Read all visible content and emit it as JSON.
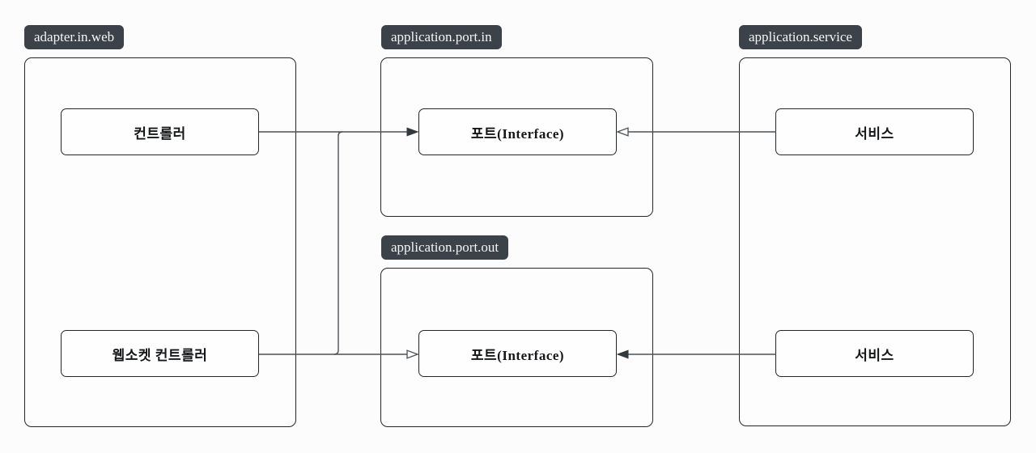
{
  "diagram": {
    "title": "hexagonal-architecture package diagram",
    "groups": [
      {
        "id": "adapter.in.web",
        "label": "adapter.in.web",
        "nodes": [
          {
            "label": "컨트롤러"
          },
          {
            "label": "웹소켓 컨트롤러"
          }
        ]
      },
      {
        "id": "application.port.in",
        "label": "application.port.in",
        "nodes": [
          {
            "label": "포트(Interface)"
          }
        ]
      },
      {
        "id": "application.port.out",
        "label": "application.port.out",
        "nodes": [
          {
            "label": "포트(Interface)"
          }
        ]
      },
      {
        "id": "application.service",
        "label": "application.service",
        "nodes": [
          {
            "label": "서비스"
          },
          {
            "label": "서비스"
          }
        ]
      }
    ],
    "edges": [
      {
        "from": "컨트롤러",
        "to": "포트(Interface) (application.port.in)",
        "arrowhead": "filled",
        "route": "straight"
      },
      {
        "from": "웹소켓 컨트롤러",
        "to": "포트(Interface) (application.port.in)",
        "arrowhead": "filled",
        "route": "right-up-right branch"
      },
      {
        "from": "웹소켓 컨트롤러",
        "to": "포트(Interface) (application.port.out)",
        "arrowhead": "hollow",
        "route": "straight"
      },
      {
        "from": "서비스 (top)",
        "to": "포트(Interface) (application.port.in)",
        "arrowhead": "hollow",
        "route": "straight"
      },
      {
        "from": "서비스 (bottom)",
        "to": "포트(Interface) (application.port.out)",
        "arrowhead": "filled",
        "route": "straight"
      }
    ],
    "colors": {
      "background": "#fcfcfc",
      "badge_bg": "#3c424a",
      "badge_text": "#f4f5f6",
      "box_border": "#23272b",
      "node_bg": "#fefefe",
      "edge_line": "#4b5157"
    }
  }
}
